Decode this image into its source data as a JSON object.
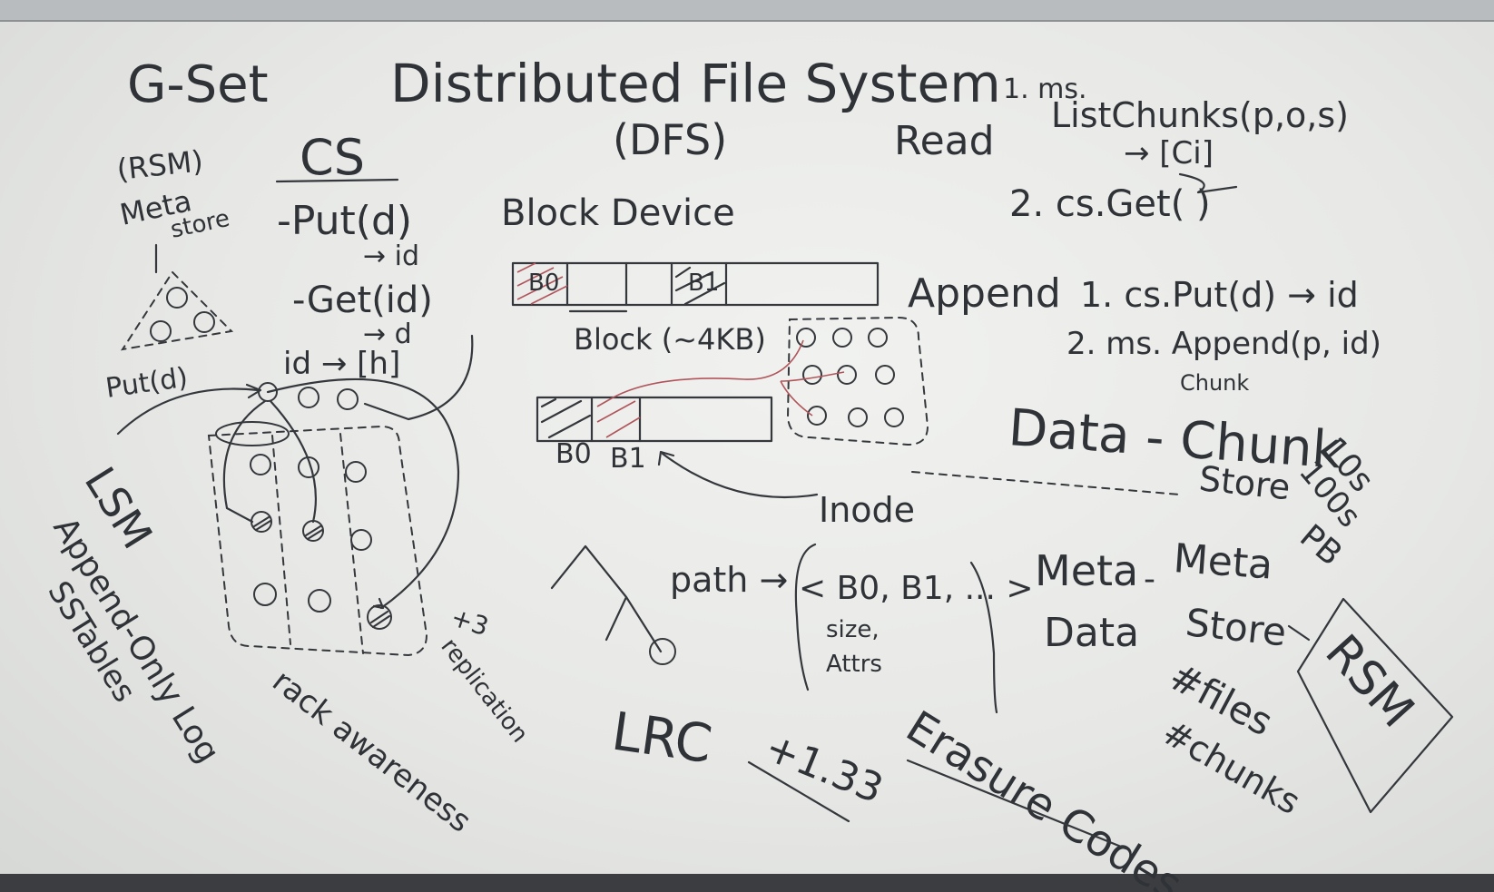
{
  "board": {
    "title": "Distributed File System",
    "subtitle": "(DFS)",
    "gset": "G-Set",
    "rsm_paren": "(RSM)",
    "meta_store_1": "Meta",
    "meta_store_2": "store",
    "cs": "CS",
    "cs_put": "-Put(d)",
    "cs_put_ret": "→ id",
    "cs_get": "-Get(id)",
    "cs_get_ret": "→ d",
    "id_map": "id → [h]",
    "put_d": "Put(d)",
    "block_device": "Block Device",
    "b0_label": "B0",
    "b1_label": "B1",
    "block_size": "Block (~4KB)",
    "b0_bottom": "B0",
    "b1_bottom": "B1",
    "read": "Read",
    "read_1a": "1. ms.",
    "read_1b": "ListChunks(p,o,s)",
    "read_1c": "→ [Ci]",
    "read_2": "2. cs.Get(  )",
    "append": "Append",
    "append_1": "1. cs.Put(d) → id",
    "append_2": "2. ms. Append(p, id)",
    "append_chunk": "Chunk",
    "data_chunk": "Data - Chunk",
    "store": "Store",
    "scale_1": "10s",
    "scale_2": "100s",
    "scale_3": "PB",
    "inode": "Inode",
    "path": "path →",
    "path_tuple": "< B0, B1, ... >",
    "size": "size,",
    "attrs": "Attrs",
    "meta_data_1": "Meta",
    "meta_data_2": "Data",
    "dash": "-",
    "meta_store_r1": "Meta",
    "meta_store_r2": "Store",
    "files": "#files",
    "chunks": "#chunks",
    "rsm": "RSM",
    "lsm": "LSM",
    "append_only": "Append-Only Log",
    "sstables": "SSTables",
    "rack": "rack awareness",
    "plus3": "+3",
    "replication": "replication",
    "lrc": "LRC",
    "x133": "+1.33",
    "erasure": "Erasure Codes"
  }
}
